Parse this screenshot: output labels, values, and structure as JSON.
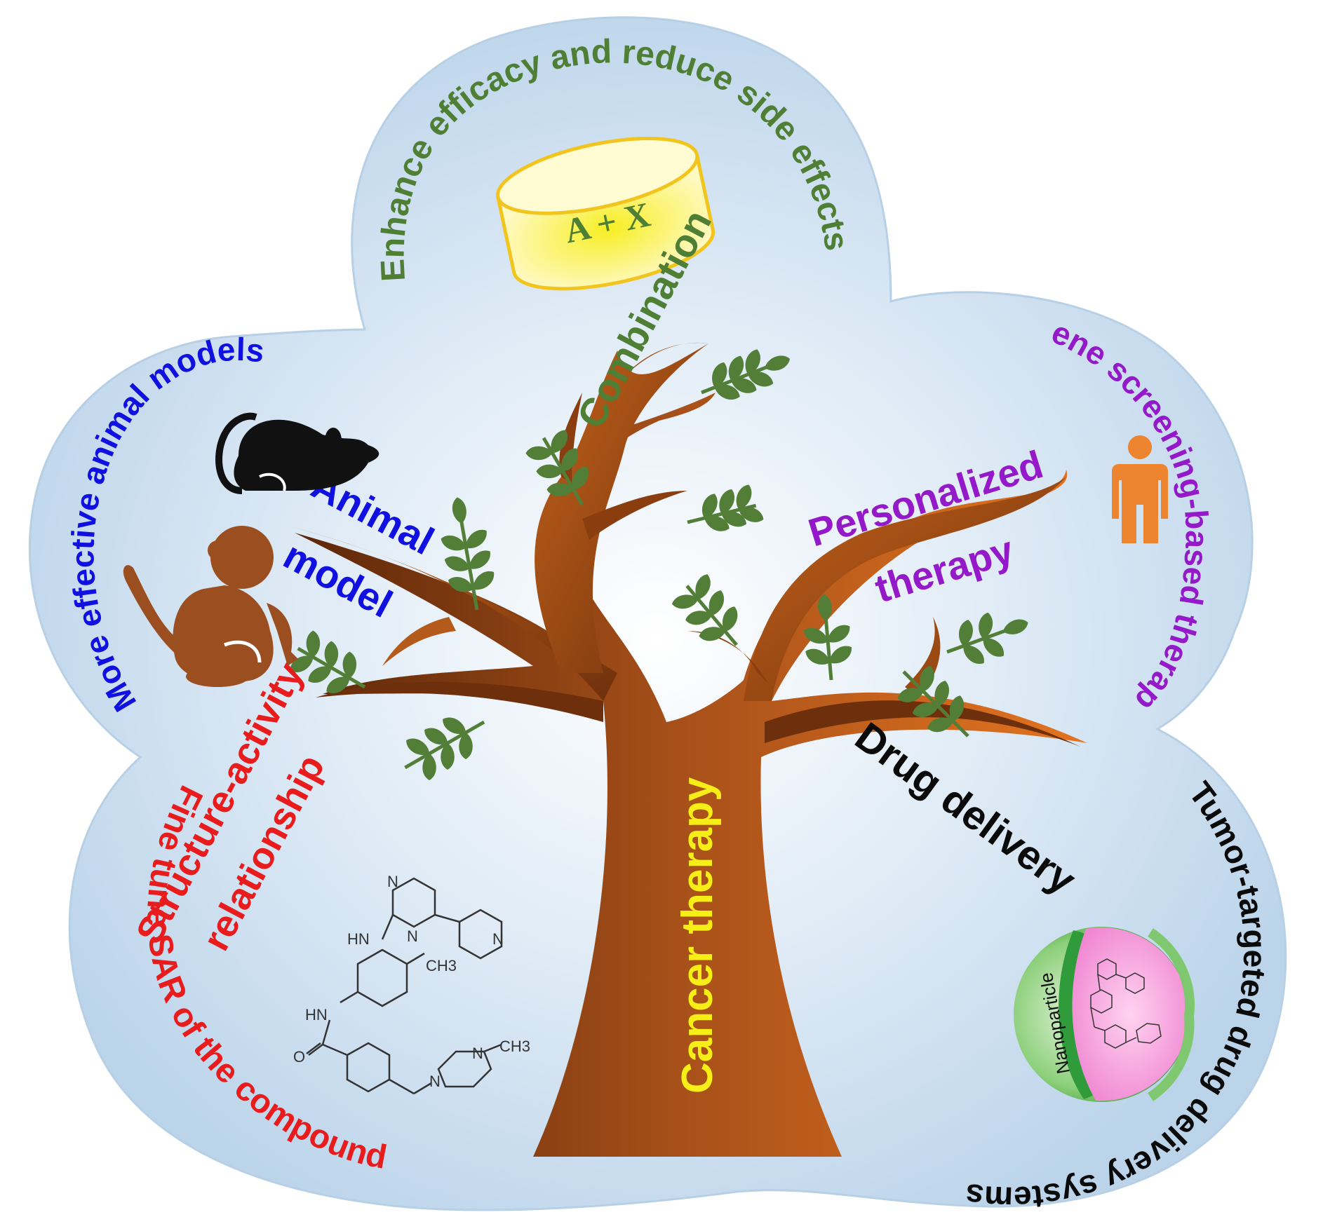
{
  "center_label": "Cancer therapy",
  "branches": {
    "combination": {
      "label": "Combination",
      "goal": "Enhance efficacy and reduce side effects",
      "vessel_label": "A + X"
    },
    "animal_model": {
      "label_line1": "Animal",
      "label_line2": "model",
      "goal": "More effective animal models"
    },
    "personalized": {
      "label_line1": "Personalized",
      "label_line2": "therapy",
      "goal": "Gene screening-based therapy"
    },
    "sar": {
      "label_line1": "Structure-activity",
      "label_line2": "relationship",
      "goal": "Fine tune SAR of the compounds"
    },
    "delivery": {
      "label": "Drug delivery",
      "goal": "Tumor-targeted drug delivery systems",
      "nanoparticle_label": "Nanoparticle"
    }
  },
  "molecule": {
    "nh1": "HN",
    "nh2": "HN",
    "n_pyrimidine_1": "N",
    "n_pyrimidine_2": "N",
    "n_pyridine": "N",
    "ch3_aryl": "CH3",
    "oxygen": "O",
    "n_piperazine_1": "N",
    "n_piperazine_2": "N",
    "ch3_piperazine": "CH3"
  },
  "colors": {
    "combination": "#4f7f34",
    "animal": "#1010e0",
    "personalized": "#9419c8",
    "sar": "#e81c1c",
    "delivery": "#0a0a0a",
    "center": "#f6ee16",
    "background": "#c3d9ec",
    "trunk": "#9a4a12",
    "leaf": "#527e38",
    "human": "#ec8430",
    "monkey": "#9b4e1f"
  },
  "icons": [
    "mouse-icon",
    "monkey-icon",
    "person-icon",
    "nanoparticle-icon",
    "combination-cylinder-icon",
    "molecule-icon"
  ]
}
